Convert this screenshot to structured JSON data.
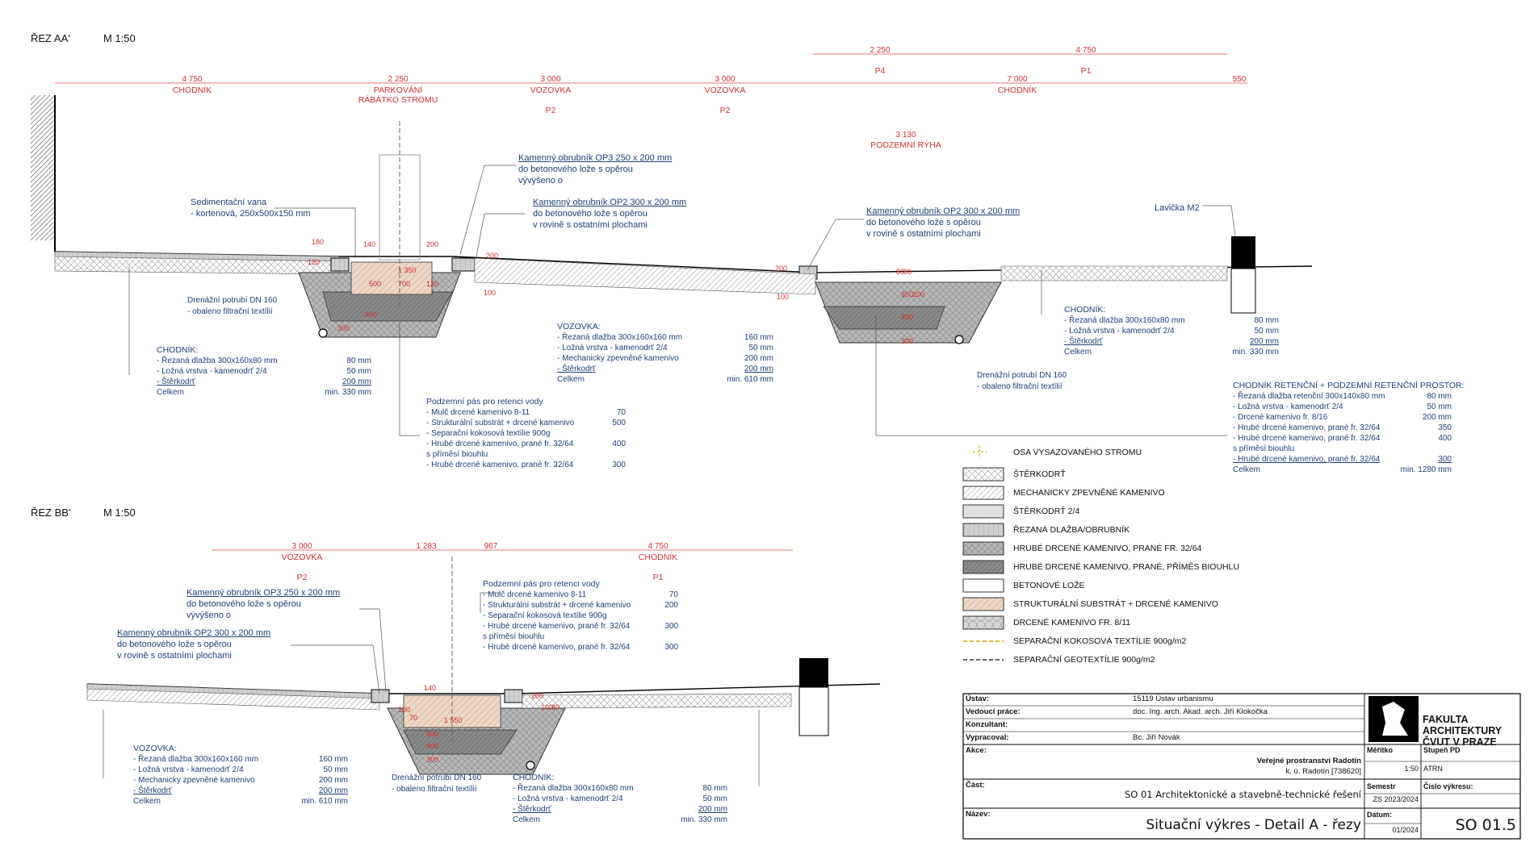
{
  "sections": {
    "aa": {
      "title": "ŘEZ AA'",
      "scale": "M 1:50"
    },
    "bb": {
      "title": "ŘEZ BB'",
      "scale": "M 1:50"
    }
  },
  "aa_dims": [
    {
      "v": "4 750",
      "l": "CHODNÍK"
    },
    {
      "v": "2 250",
      "l": "PARKOVÁNÍ",
      "l2": "RÁBÁTKO STROMU"
    },
    {
      "v": "3 000",
      "l": "VOZOVKA",
      "p": "P2"
    },
    {
      "v": "3 000",
      "l": "VOZOVKA",
      "p": "P2"
    },
    {
      "v": "7 000",
      "l": "CHODNÍK"
    },
    {
      "v": "550"
    }
  ],
  "aa_top": [
    {
      "v": "2 250",
      "p": "P4"
    },
    {
      "v": "4 750",
      "p": "P1"
    }
  ],
  "aa_ryha": {
    "v": "3 130",
    "l": "PODZEMNÍ RÝHA"
  },
  "aa_callouts": {
    "op3": [
      "Kamenný obrubník OP3 250 x 200 mm",
      "do betonového lože s opěrou",
      "vývýšeno o"
    ],
    "vana": [
      "Sedimentační vana",
      "- kortenová, 250x500x150 mm"
    ],
    "op2a": [
      "Kamenný obrubník OP2 300 x 200 mm",
      "do betonového lože s opěrou",
      "v rovině s ostatními plochami"
    ],
    "op2b": [
      "Kamenný obrubník OP2 300 x 200 mm",
      "do betonového lože s opěrou",
      "v rovině s ostatními plochami"
    ],
    "lavicka": "Lavička M2",
    "dren1": [
      "Drenážní potrubí DN 160",
      "- obaleno filtrační textílií"
    ],
    "dren2": [
      "Drenážní potrubí DN 160",
      "- obaleno filtrační textílií"
    ]
  },
  "aa_dims_small": [
    "180",
    "120",
    "140",
    "200",
    "1 350",
    "700",
    "500",
    "120",
    "300",
    "400",
    "200",
    "100",
    "200",
    "100",
    "80",
    "80",
    "350",
    "200",
    "400",
    "300"
  ],
  "tbl_chodnik_left": {
    "title": "CHODNÍK:",
    "rows": [
      [
        "- Řezaná dlažba 300x160x80 mm",
        "80 mm"
      ],
      [
        "- Ložná vrstva - kamenodrť 2/4",
        "50 mm"
      ],
      [
        "- Štěrkodrť",
        "200 mm"
      ],
      [
        "Celkem",
        "min. 330 mm"
      ]
    ]
  },
  "tbl_vozovka_aa": {
    "title": "VOZOVKA:",
    "rows": [
      [
        "- Řezaná dlažba 300x160x160 mm",
        "160 mm"
      ],
      [
        "- Ložná vrstva - kamenodrť 2/4",
        "50 mm"
      ],
      [
        "- Mechanicky zpevněné kamenivo",
        "200 mm"
      ],
      [
        "- Štěrkodrť",
        "200 mm"
      ],
      [
        "Celkem",
        "min. 610 mm"
      ]
    ]
  },
  "tbl_chodnik_right": {
    "title": "CHODNÍK:",
    "rows": [
      [
        "- Řezaná dlažba 300x160x80 mm",
        "80 mm"
      ],
      [
        "- Ložná vrstva - kamenodrť 2/4",
        "50 mm"
      ],
      [
        "- Štěrkodrť",
        "200 mm"
      ],
      [
        "Celkem",
        "min. 330 mm"
      ]
    ]
  },
  "tbl_pas_aa": {
    "title": "Podzemní pás pro retenci vody",
    "rows": [
      [
        "- Mulč drcené kamenivo 8-11",
        "70"
      ],
      [
        "- Strukturální substrát + drcené kamenivo",
        "500"
      ],
      [
        "- Separační kokosová textílie 900g",
        ""
      ],
      [
        "- Hrubé drcené kamenivo, prané fr. 32/64",
        "400"
      ],
      [
        "  s příměsí biouhlu",
        ""
      ],
      [
        "- Hrubé drcené kamenivo, prané fr. 32/64",
        "300"
      ]
    ]
  },
  "tbl_retencni": {
    "title": "CHODNÍK RETENČNÍ + PODZEMNÍ RETENČNÍ PROSTOR:",
    "rows": [
      [
        "- Řezaná dlažba retenční 300x140x80 mm",
        "80 mm"
      ],
      [
        "- Ložná vrstva - kamenodrť 2/4",
        "50 mm"
      ],
      [
        "- Drcené kamenivo fr. 8/16",
        "200 mm"
      ],
      [
        "- Hrubé drcené kamenivo, prané fr. 32/64",
        "350"
      ],
      [
        "- Hrubé drcené kamenivo, prané fr. 32/64",
        "400"
      ],
      [
        "  s příměsí biouhlu",
        ""
      ],
      [
        "- Hrubé drcené kamenivo, prané fr. 32/64",
        "300"
      ],
      [
        "Celkem",
        "min. 1280 mm"
      ]
    ]
  },
  "legend": [
    {
      "k": "axis",
      "t": "OSA VYSAZOVANÉHO STROMU"
    },
    {
      "k": "sterk",
      "t": "ŠTĚRKODRŤ"
    },
    {
      "k": "mzk",
      "t": "MECHANICKY ZPEVNĚNÉ KAMENIVO"
    },
    {
      "k": "s24",
      "t": "ŠTĚRKODRŤ 2/4"
    },
    {
      "k": "dlaz",
      "t": "ŘEZANÁ DLAŽBA/OBRUBNÍK"
    },
    {
      "k": "hdk",
      "t": "HRUBÉ DRCENÉ KAMENIVO, PRANÉ FR. 32/64"
    },
    {
      "k": "hdkb",
      "t": "HRUBÉ DRCENÉ KAMENIVO, PRANÉ, PŘÍMĚS BIOUHLU"
    },
    {
      "k": "bet",
      "t": "BETONOVÉ LOŽE"
    },
    {
      "k": "sub",
      "t": "STRUKTURÁLNÍ SUBSTRÁT + DRCENÉ KAMENIVO"
    },
    {
      "k": "dk",
      "t": "DRCENÉ KAMENIVO FR. 8/11"
    },
    {
      "k": "kok",
      "t": "SEPARAČNÍ KOKOSOVÁ TEXTÍLIE 900g/m2"
    },
    {
      "k": "geo",
      "t": "SEPARAČNÍ GEOTEXTÍLIE  900g/m2"
    }
  ],
  "bb_dims": [
    {
      "v": "3 000",
      "l": "VOZOVKA",
      "p": "P2"
    },
    {
      "v": "1 283"
    },
    {
      "v": "967"
    },
    {
      "v": "4 750",
      "l": "CHODNÍK",
      "p": "P1"
    }
  ],
  "bb_callouts": {
    "op3": [
      "Kamenný obrubník OP3 250 x 200 mm",
      "do betonového lože s opěrou",
      "vývýšeno o"
    ],
    "op2": [
      "Kamenný obrubník OP2 300 x 200 mm",
      "do betonového lože s opěrou",
      "v rovině s ostatními plochami"
    ],
    "dren": [
      "Drenážní potrubí DN 160",
      "- obaleno filtrační textílií"
    ]
  },
  "bb_dims_small": [
    "140",
    "100",
    "70",
    "1 550",
    "500",
    "400",
    "300",
    "200",
    "100",
    "80"
  ],
  "tbl_pas_bb": {
    "title": "Podzemní pás pro retenci vody",
    "rows": [
      [
        "- Mulč drcené kamenivo 8-11",
        "70"
      ],
      [
        "- Strukturální substrát + drcené kamenivo",
        "200"
      ],
      [
        "- Separační kokosová textílie 900g",
        ""
      ],
      [
        "- Hrubé drcené kamenivo, prané fr. 32/64",
        "300"
      ],
      [
        "  s příměsí biouhlu",
        ""
      ],
      [
        "- Hrubé drcené kamenivo, prané fr. 32/64",
        "300"
      ]
    ]
  },
  "tbl_vozovka_bb": {
    "title": "VOZOVKA:",
    "rows": [
      [
        "- Řezaná dlažba 300x160x160 mm",
        "160 mm"
      ],
      [
        "- Ložná vrstva - kamenodrť 2/4",
        "50 mm"
      ],
      [
        "- Mechanicky zpevněné kamenivo",
        "200 mm"
      ],
      [
        "- Štěrkodrť",
        "200 mm"
      ],
      [
        "Celkem",
        "min. 610 mm"
      ]
    ]
  },
  "tbl_chodnik_bb": {
    "title": "CHODNÍK:",
    "rows": [
      [
        "- Řezaná dlažba 300x160x80 mm",
        "80 mm"
      ],
      [
        "- Ložná vrstva - kamenodrť 2/4",
        "50 mm"
      ],
      [
        "- Štěrkodrť",
        "200 mm"
      ],
      [
        "Celkem",
        "min. 330 mm"
      ]
    ]
  },
  "titleblock": {
    "ustav_l": "Ústav:",
    "ustav_v": "15119  Ústav urbanismu",
    "ved_l": "Vedoucí práce:",
    "ved_v": "doc. Ing. arch. Akad. arch. Jiří Klokočka",
    "kon_l": "Konzultant:",
    "vyp_l": "Vypracoval:",
    "vyp_v": "Bc. Jiří Novák",
    "akce_l": "Akce:",
    "akce_v1": "Veřejné prostranství Radotín",
    "akce_v2": "k. ú. Radotín [738620]",
    "cast_l": "Část:",
    "cast_v": "SO 01 Architektonické a stavebně-technické řešení",
    "nazev_l": "Název:",
    "nazev_v": "Situační výkres - Detail A - řezy",
    "mer_l": "Měřítko",
    "mer_v": "1:50",
    "stup_l": "Stupeň PD",
    "stup_v": "ATRN",
    "sem_l": "Semestr",
    "sem_v": "ZS 2023/2024",
    "dat_l": "Datum:",
    "dat_v": "01/2024",
    "cis_l": "Číslo výkresu:",
    "cis_v": "SO 01.5",
    "fa1": "FAKULTA",
    "fa2": "ARCHITEKTURY",
    "fa3": "ČVUT V PRAZE"
  }
}
